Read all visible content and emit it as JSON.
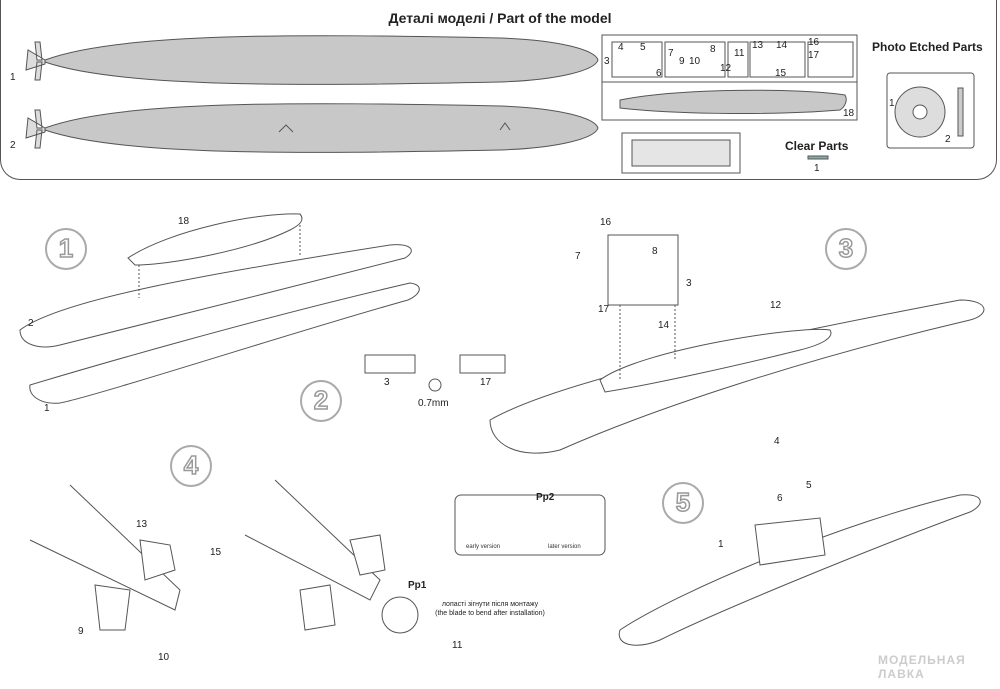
{
  "header": {
    "title": "Деталі моделі / Part of the model"
  },
  "parts": {
    "hull1_label": "1",
    "hull2_label": "2",
    "sprue_labels": [
      "4",
      "5",
      "3",
      "6",
      "7",
      "9",
      "10",
      "8",
      "11",
      "12",
      "13",
      "14",
      "15",
      "16",
      "17",
      "18"
    ],
    "photo_etched_title": "Photo Etched Parts",
    "pe_labels": [
      "1",
      "2"
    ],
    "clear_parts_title": "Clear Parts",
    "clear_label": "1"
  },
  "steps": {
    "s1": {
      "number": "1",
      "labels": [
        "18",
        "2",
        "1"
      ]
    },
    "s2": {
      "number": "2",
      "labels": [
        "3",
        "17"
      ],
      "measure": "0.7mm"
    },
    "s3": {
      "number": "3",
      "labels": [
        "16",
        "8",
        "7",
        "3",
        "17",
        "14",
        "12"
      ]
    },
    "s4": {
      "number": "4",
      "labels": [
        "13",
        "15",
        "9",
        "10"
      ],
      "pe_label": "Pp1",
      "note_ua": "лопасті зігнути після монтажу",
      "note_en": "(the blade to bend after installation)",
      "label_11": "11"
    },
    "s5": {
      "number": "5",
      "labels": [
        "4",
        "5",
        "6",
        "1"
      ],
      "pe_label": "Pp2",
      "early": "early version",
      "later": "later version"
    }
  },
  "watermark": {
    "line1": "МОДЕЛЬНАЯ",
    "line2": "ЛАВКА"
  }
}
